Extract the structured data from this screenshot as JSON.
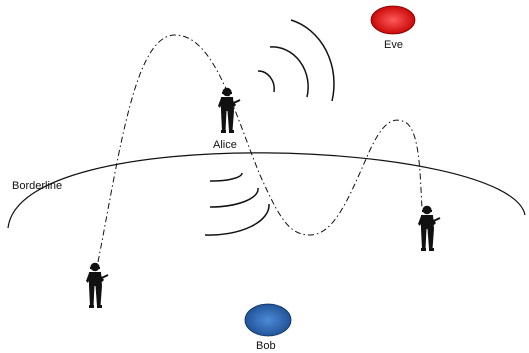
{
  "labels": {
    "borderline": "Borderline",
    "alice": "Alice",
    "eve": "Eve",
    "bob": "Bob"
  },
  "colors": {
    "eve_node": "#e01010",
    "bob_node": "#2a64ad",
    "line": "#111111",
    "soldier": "#111111"
  },
  "icons": {
    "soldier": "soldier-silhouette-icon",
    "eve": "eve-node-icon",
    "bob": "bob-node-icon",
    "signal": "signal-wave-icon"
  }
}
